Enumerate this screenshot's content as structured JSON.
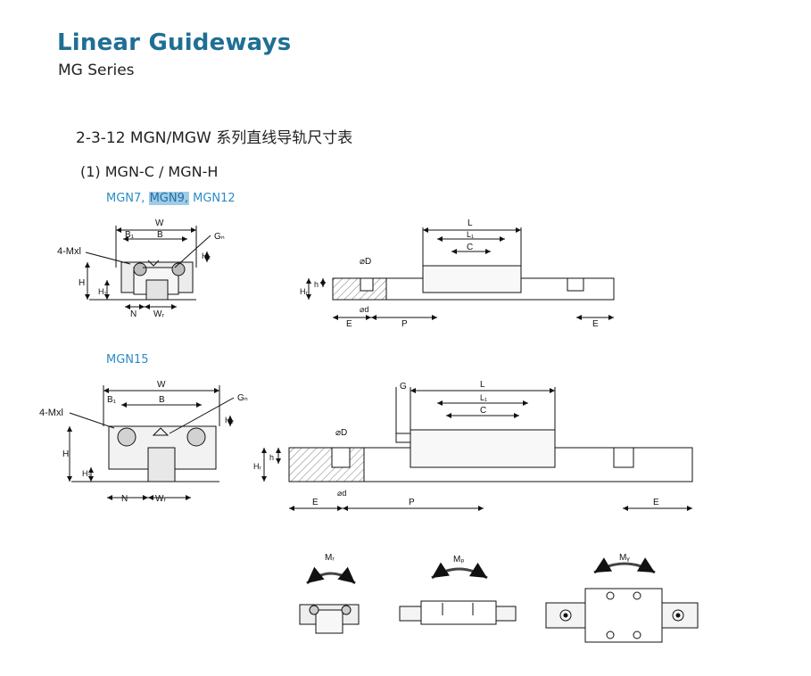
{
  "header": {
    "title": "Linear Guideways",
    "subtitle": "MG Series"
  },
  "section": {
    "heading": "2-3-12  MGN/MGW 系列直线导轨尺寸表",
    "subheading": "(1) MGN-C / MGN-H"
  },
  "models": {
    "item1": "MGN7,",
    "item2": "MGN9,",
    "item3": "MGN12",
    "second_group": "MGN15"
  },
  "labels": {
    "W": "W",
    "B": "B",
    "B1": "B₁",
    "H": "H",
    "H1": "H₁",
    "H2": "H₂",
    "N": "N",
    "WR": "Wᵣ",
    "Gn": "Gₙ",
    "mxl": "4-Mxl",
    "L": "L",
    "L1": "L₁",
    "C": "C",
    "D": "⌀D",
    "d": "⌀d",
    "h": "h",
    "HR": "Hᵣ",
    "E": "E",
    "P": "P",
    "G": "G",
    "MR": "Mᵣ",
    "MP": "Mₚ",
    "MY": "Mᵧ"
  }
}
